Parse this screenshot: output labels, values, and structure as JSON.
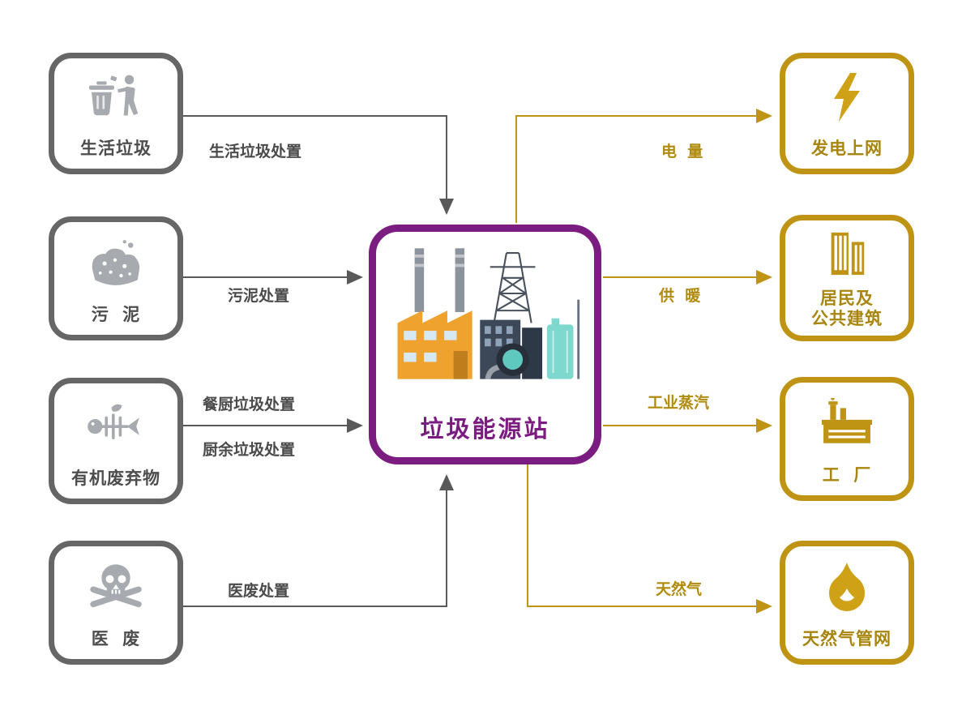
{
  "diagram": {
    "center": {
      "title": "垃圾能源站",
      "illustration": "waste-to-energy-plant"
    },
    "sources": [
      {
        "label": "生活垃圾",
        "icon": "trash-bin-person-icon"
      },
      {
        "label": "污  泥",
        "icon": "sludge-icon"
      },
      {
        "label": "有机废弃物",
        "icon": "fish-bone-icon"
      },
      {
        "label": "医  废",
        "icon": "skull-crossbones-icon"
      }
    ],
    "outputs": [
      {
        "label": "发电上网",
        "icon": "lightning-icon"
      },
      {
        "label": "居民及\n公共建筑",
        "icon": "buildings-icon"
      },
      {
        "label": "工  厂",
        "icon": "factory-icon"
      },
      {
        "label": "天然气管网",
        "icon": "flame-icon"
      }
    ],
    "input_flows": [
      {
        "label": "生活垃圾处置",
        "from": "生活垃圾",
        "to": "垃圾能源站"
      },
      {
        "label": "污泥处置",
        "from": "污泥",
        "to": "垃圾能源站"
      },
      {
        "label": "餐厨垃圾处置",
        "from": "有机废弃物",
        "to": "垃圾能源站"
      },
      {
        "label": "厨余垃圾处置",
        "from": "有机废弃物",
        "to": "垃圾能源站"
      },
      {
        "label": "医废处置",
        "from": "医废",
        "to": "垃圾能源站"
      }
    ],
    "output_flows": [
      {
        "label": "电  量",
        "from": "垃圾能源站",
        "to": "发电上网"
      },
      {
        "label": "供  暖",
        "from": "垃圾能源站",
        "to": "居民及公共建筑"
      },
      {
        "label": "工业蒸汽",
        "from": "垃圾能源站",
        "to": "工厂"
      },
      {
        "label": "天然气",
        "from": "垃圾能源站",
        "to": "天然气管网"
      }
    ],
    "colors": {
      "source_border": "#666666",
      "source_icon": "#a7aaae",
      "source_text": "#4d4d4d",
      "output_border": "#bf9415",
      "output_text": "#a8850e",
      "center_border": "#7b1c80",
      "center_title": "#7b1c80",
      "input_arrow": "#595959",
      "output_arrow": "#bf9415"
    }
  }
}
